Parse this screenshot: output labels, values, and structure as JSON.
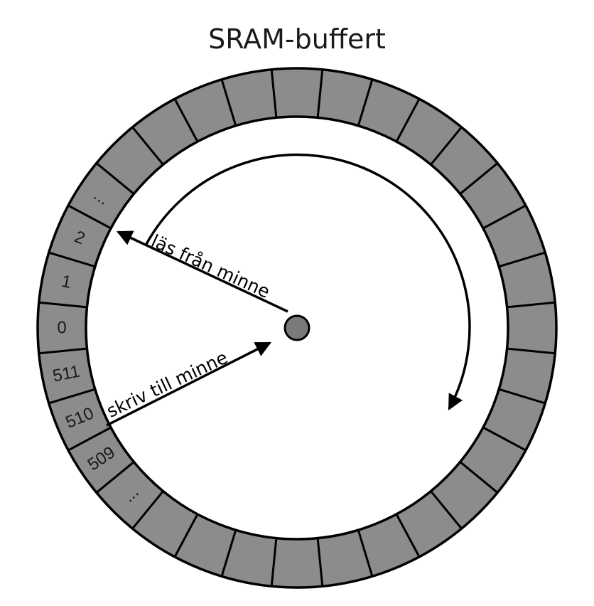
{
  "diagram": {
    "title": "SRAM-buffert",
    "segment_labels": [
      "...",
      "2",
      "1",
      "0",
      "511",
      "510",
      "509",
      "..."
    ],
    "read_label": "läs från minne",
    "write_label": "skriv till minne",
    "colors": {
      "segment_fill": "#8c8c8c",
      "stroke": "#000000",
      "hub_fill": "#7a7a7a",
      "background": "#ffffff"
    }
  }
}
